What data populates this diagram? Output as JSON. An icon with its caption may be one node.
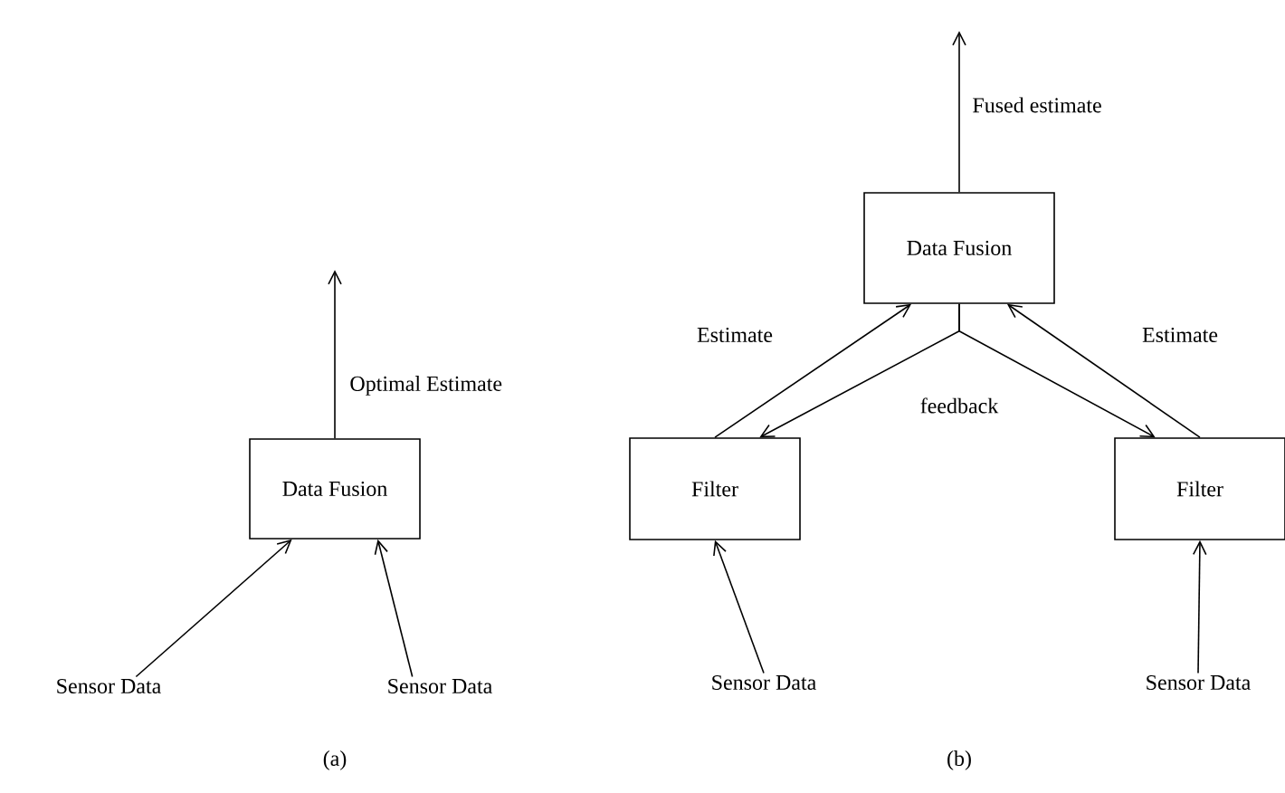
{
  "diagram": {
    "nodes": [
      {
        "text": [
          "Data Fusion"
        ]
      },
      {
        "text": [
          "Sensor Data"
        ]
      },
      {
        "text": [
          "Sensor Data"
        ]
      },
      {
        "text": [
          "Data Fusion"
        ]
      },
      {
        "text": [
          "Filter"
        ]
      },
      {
        "text": [
          "Filter"
        ]
      },
      {
        "text": [
          "Sensor Data"
        ]
      },
      {
        "text": [
          "Sensor Data"
        ]
      }
    ],
    "edges": [
      {
        "from": 0,
        "to": null,
        "arrow": "to",
        "label": "Optimal Estimate"
      },
      {
        "from": 1,
        "to": 0,
        "arrow": "to"
      },
      {
        "from": 2,
        "to": 0,
        "arrow": "to"
      },
      {
        "from": 3,
        "to": null,
        "arrow": "to",
        "label": "Fused estimate"
      },
      {
        "from": 4,
        "to": 3,
        "arrow": "to",
        "label": "Estimate"
      },
      {
        "from": 5,
        "to": 3,
        "arrow": "to",
        "label": "Estimate"
      },
      {
        "from": 3,
        "to": 4,
        "arrow": "to",
        "label": "feedback"
      },
      {
        "from": 3,
        "to": 5,
        "arrow": "to"
      },
      {
        "from": 6,
        "to": 4,
        "arrow": "to"
      },
      {
        "from": 7,
        "to": 5,
        "arrow": "to"
      }
    ],
    "labels": [
      "(a)",
      "(b)"
    ]
  }
}
